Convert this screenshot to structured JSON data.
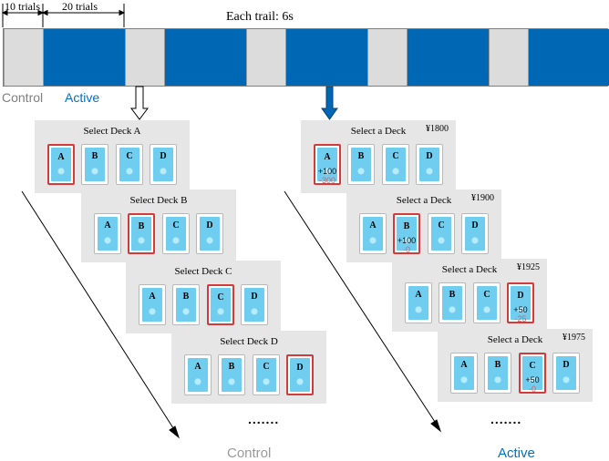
{
  "header": {
    "trial_label": "Each trail:  6s",
    "control_span_label": "10 trials",
    "active_span_label": "20 trials"
  },
  "legend": {
    "control_label": "Control",
    "active_label": "Active"
  },
  "timeline": {
    "colors": {
      "control": "#dcdcdc",
      "active": "#0067b5"
    },
    "blocks": [
      "control",
      "active",
      "control",
      "active",
      "control",
      "active",
      "control",
      "active",
      "control",
      "active"
    ]
  },
  "control_panels": [
    {
      "title": "Select Deck A",
      "cards": [
        {
          "label": "A",
          "selected": true
        },
        {
          "label": "B"
        },
        {
          "label": "C"
        },
        {
          "label": "D"
        }
      ]
    },
    {
      "title": "Select Deck B",
      "cards": [
        {
          "label": "A"
        },
        {
          "label": "B",
          "selected": true
        },
        {
          "label": "C"
        },
        {
          "label": "D"
        }
      ]
    },
    {
      "title": "Select Deck C",
      "cards": [
        {
          "label": "A"
        },
        {
          "label": "B"
        },
        {
          "label": "C",
          "selected": true
        },
        {
          "label": "D"
        }
      ]
    },
    {
      "title": "Select Deck D",
      "cards": [
        {
          "label": "A"
        },
        {
          "label": "B"
        },
        {
          "label": "C"
        },
        {
          "label": "D",
          "selected": true
        }
      ]
    }
  ],
  "active_panels": [
    {
      "title": "Select a Deck",
      "money": "¥1800",
      "cards": [
        {
          "label": "A",
          "selected": true,
          "gain": "+100",
          "loss": "-300"
        },
        {
          "label": "B"
        },
        {
          "label": "C"
        },
        {
          "label": "D"
        }
      ]
    },
    {
      "title": "Select a Deck",
      "money": "¥1900",
      "cards": [
        {
          "label": "A"
        },
        {
          "label": "B",
          "selected": true,
          "gain": "+100",
          "loss": "-0"
        },
        {
          "label": "C"
        },
        {
          "label": "D"
        }
      ]
    },
    {
      "title": "Select a Deck",
      "money": "¥1925",
      "cards": [
        {
          "label": "A"
        },
        {
          "label": "B"
        },
        {
          "label": "C"
        },
        {
          "label": "D",
          "selected": true,
          "gain": "+50",
          "loss": "-25"
        }
      ]
    },
    {
      "title": "Select a Deck",
      "money": "¥1975",
      "cards": [
        {
          "label": "A"
        },
        {
          "label": "B"
        },
        {
          "label": "C",
          "selected": true,
          "gain": "+50",
          "loss": "-0"
        },
        {
          "label": "D"
        }
      ]
    }
  ],
  "footer": {
    "control_label": "Control",
    "active_label": "Active",
    "ellipsis": "......."
  }
}
